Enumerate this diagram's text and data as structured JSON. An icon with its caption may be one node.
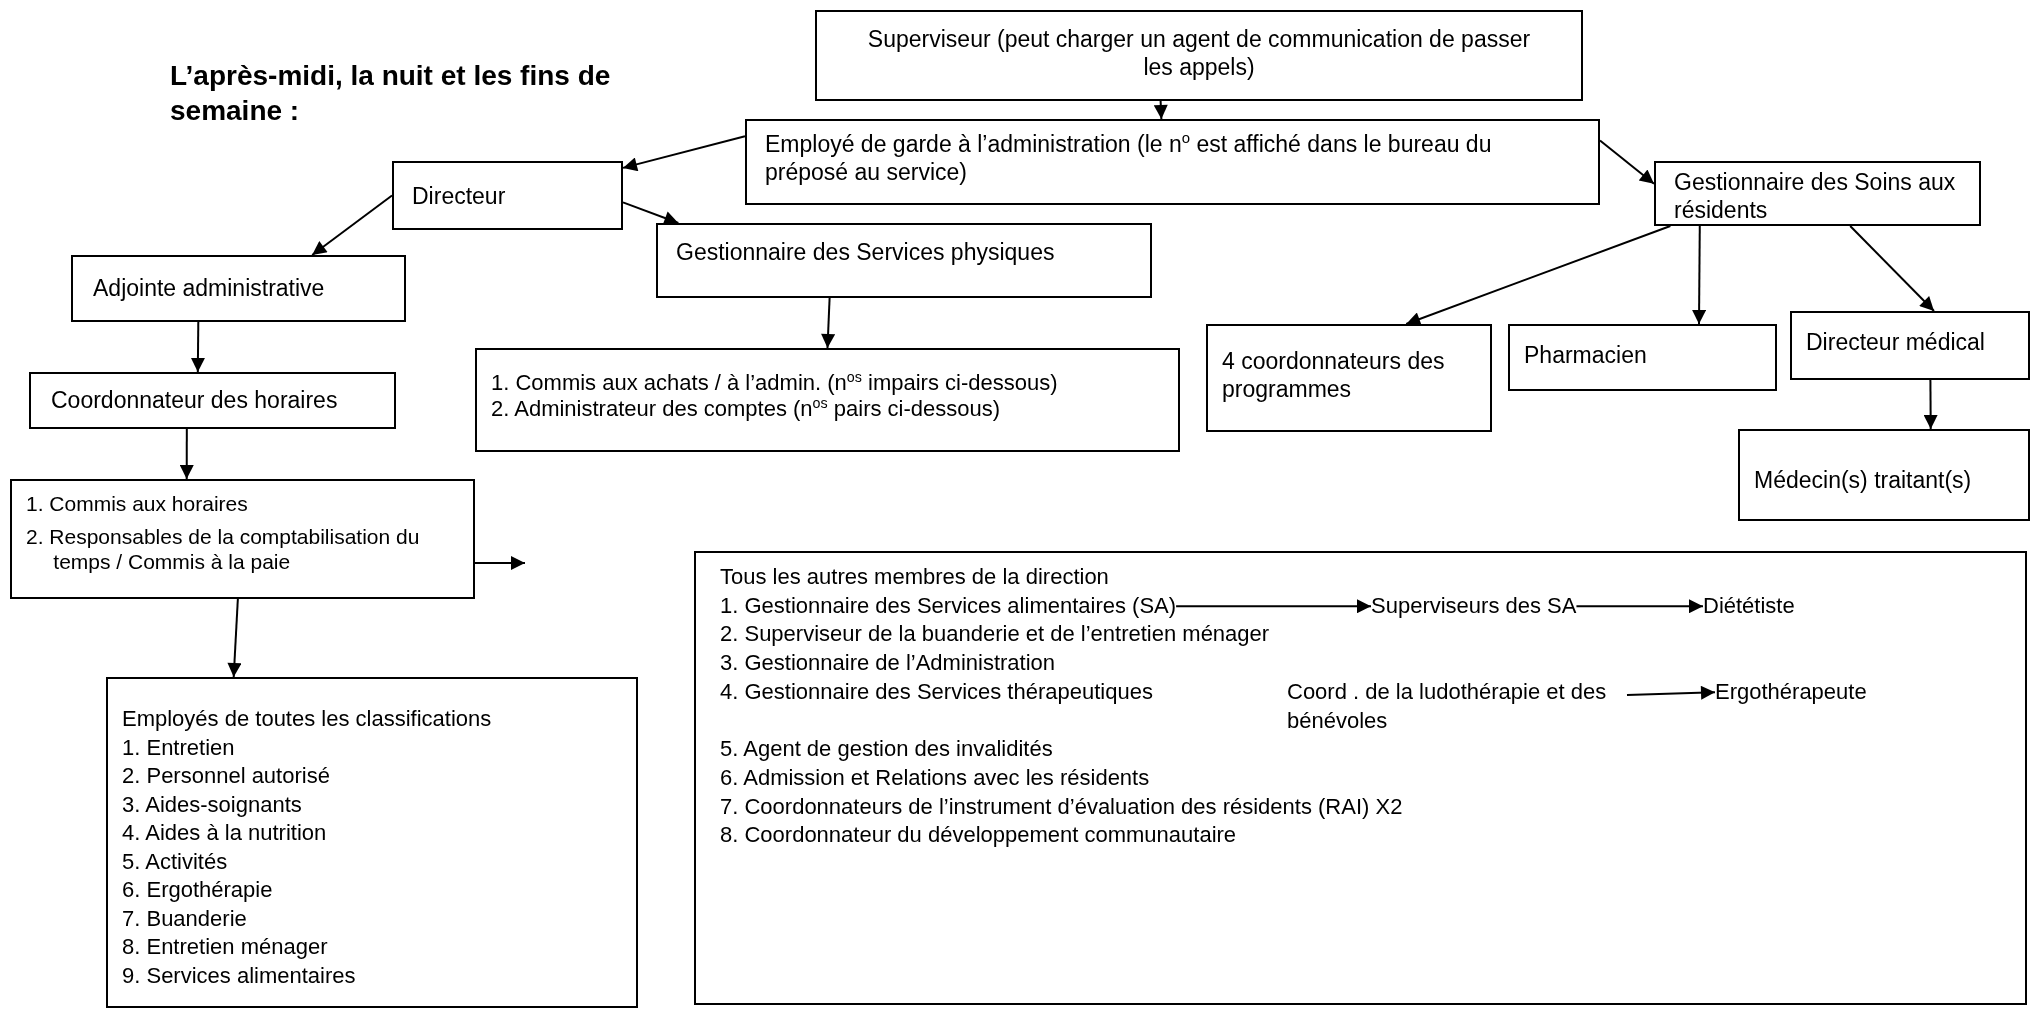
{
  "diagram": {
    "title": "L’après-midi, la nuit et les fins de semaine :",
    "nodes": [
      {
        "text": [
          "Superviseur (peut charger un agent de communication de passer les appels)"
        ]
      },
      {
        "text": [
          "Employé de garde à l’administration (le n$^{o}$ est affiché dans le bureau du préposé au service)"
        ]
      },
      {
        "text": [
          "Directeur"
        ]
      },
      {
        "text": [
          "Gestionnaire des Services physiques"
        ]
      },
      {
        "text": [
          "Gestionnaire des Soins aux résidents"
        ]
      },
      {
        "text": [
          "Adjointe administrative"
        ]
      },
      {
        "text": [
          "1. Commis aux achats / à l’admin. (n$^{os}$ impairs ci-dessous)",
          "2. Administrateur des comptes (n$^{os}$ pairs ci-dessous)"
        ]
      },
      {
        "text": [
          "4 coordonnateurs des programmes"
        ]
      },
      {
        "text": [
          "Pharmacien"
        ]
      },
      {
        "text": [
          "Directeur médical"
        ]
      },
      {
        "text": [
          "Coordonnateur des horaires"
        ]
      },
      {
        "text": [
          "Médecin(s) traitant(s)"
        ]
      },
      {
        "text": [
          "1. Commis aux horaires",
          "2. Responsables de la comptabilisation du temps / Commis à la paie"
        ]
      },
      {
        "text": [
          "Employés de toutes les classifications",
          "1. Entretien",
          "2. Personnel autorisé",
          "3. Aides-soignants",
          "4. Aides à la nutrition",
          "5. Activités",
          "6. Ergothérapie",
          "7. Buanderie",
          "8. Entretien ménager",
          "9. Services alimentaires"
        ]
      },
      {
        "text": [
          "Tous les autres membres de la direction"
        ]
      },
      {
        "text": [
          "1. Gestionnaire des Services alimentaires (SA)"
        ],
        "in": 14
      },
      {
        "text": [
          "Superviseurs des SA"
        ],
        "in": 14
      },
      {
        "text": [
          "Diététiste"
        ],
        "in": 14
      },
      {
        "text": [
          "Coord . de la ludothérapie et des bénévoles"
        ],
        "in": 14
      },
      {
        "text": [
          "Ergothérapeute"
        ],
        "in": 14
      }
    ],
    "edges": [
      {
        "from": 0,
        "to": 1,
        "arrow": "to"
      },
      {
        "from": 1,
        "to": 2,
        "arrow": "to"
      },
      {
        "from": 2,
        "to": 5,
        "arrow": "to"
      },
      {
        "from": 2,
        "to": 3,
        "arrow": "to"
      },
      {
        "from": 1,
        "to": 4,
        "arrow": "to"
      },
      {
        "from": 4,
        "to": 7,
        "arrow": "to"
      },
      {
        "from": 4,
        "to": 8,
        "arrow": "to"
      },
      {
        "from": 4,
        "to": 9,
        "arrow": "to"
      },
      {
        "from": 9,
        "to": 11,
        "arrow": "to"
      },
      {
        "from": 3,
        "to": 6,
        "arrow": "to"
      },
      {
        "from": 5,
        "to": 10,
        "arrow": "to"
      },
      {
        "from": 10,
        "to": 12,
        "arrow": "to"
      },
      {
        "from": 12,
        "to": null,
        "arrow": "to"
      },
      {
        "from": 12,
        "to": 13,
        "arrow": "to"
      },
      {
        "from": 15,
        "to": 16,
        "arrow": "to"
      },
      {
        "from": 16,
        "to": 17,
        "arrow": "to"
      },
      {
        "from": 18,
        "to": 19,
        "arrow": "to"
      }
    ],
    "labels": [
      "2. Superviseur de la buanderie et de l’entretien ménager",
      "3. Gestionnaire de l’Administration",
      "4. Gestionnaire des Services thérapeutiques",
      "5. Agent de gestion des invalidités",
      "6. Admission et Relations avec les résidents",
      "7. Coordonnateurs de l’instrument d’évaluation des résidents (RAI) X2",
      "8. Coordonnateur du développement communautaire"
    ]
  }
}
